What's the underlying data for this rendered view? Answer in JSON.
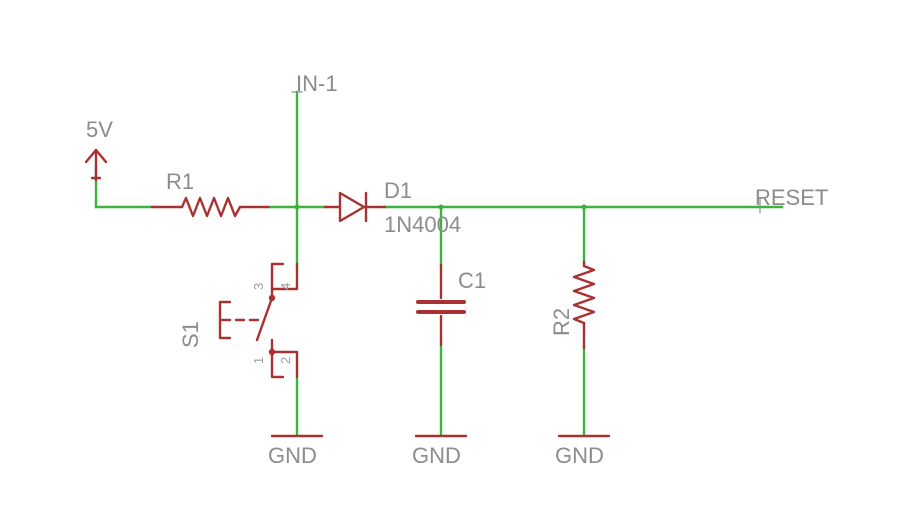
{
  "schematic": {
    "net_labels": {
      "supply": "5V",
      "input": "IN-1",
      "output": "RESET"
    },
    "components": {
      "r1": {
        "name": "R1"
      },
      "r2": {
        "name": "R2"
      },
      "d1": {
        "name": "D1",
        "value": "1N4004"
      },
      "c1": {
        "name": "C1"
      },
      "s1": {
        "name": "S1",
        "pins": [
          "1",
          "2",
          "3",
          "4"
        ]
      }
    },
    "grounds": [
      "GND",
      "GND",
      "GND"
    ]
  },
  "colors": {
    "wire": "#3cb43c",
    "component": "#a83232",
    "label": "#8c8c8c"
  }
}
